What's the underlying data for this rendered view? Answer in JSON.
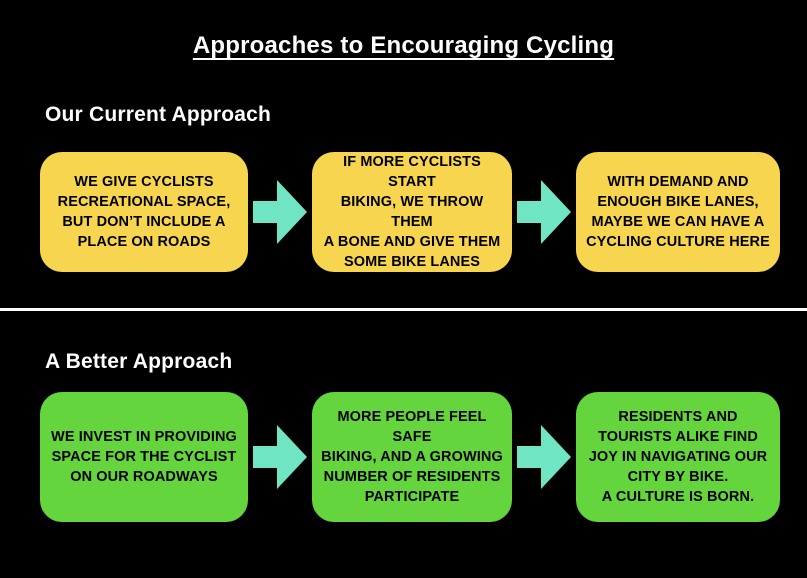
{
  "page": {
    "title": "Approaches to Encouraging Cycling"
  },
  "colors": {
    "background": "#000000",
    "yellow_box": "#F8D54F",
    "green_box": "#64D53C",
    "arrow": "#70E5C3",
    "heading_text": "#FFFFFF",
    "box_text": "#000000",
    "divider": "#FFFFFF"
  },
  "sections": [
    {
      "heading": "Our Current Approach",
      "box_color": "#F8D54F",
      "boxes": [
        {
          "text": "WE GIVE CYCLISTS\nRECREATIONAL SPACE,\nBUT DON’T INCLUDE A\nPLACE ON ROADS"
        },
        {
          "text": "IF MORE CYCLISTS START\nBIKING, WE THROW THEM\nA BONE AND GIVE THEM\nSOME BIKE LANES"
        },
        {
          "text": "WITH DEMAND AND\nENOUGH BIKE LANES,\nMAYBE WE CAN HAVE A\nCYCLING CULTURE HERE"
        }
      ]
    },
    {
      "heading": "A Better Approach",
      "box_color": "#64D53C",
      "boxes": [
        {
          "text": "WE INVEST IN PROVIDING\nSPACE FOR THE CYCLIST\nON OUR ROADWAYS"
        },
        {
          "text": "MORE PEOPLE FEEL SAFE\nBIKING, AND A GROWING\nNUMBER OF RESIDENTS\nPARTICIPATE"
        },
        {
          "text": "RESIDENTS AND\nTOURISTS ALIKE FIND\nJOY IN NAVIGATING OUR\nCITY BY BIKE.\nA CULTURE IS BORN."
        }
      ]
    }
  ]
}
